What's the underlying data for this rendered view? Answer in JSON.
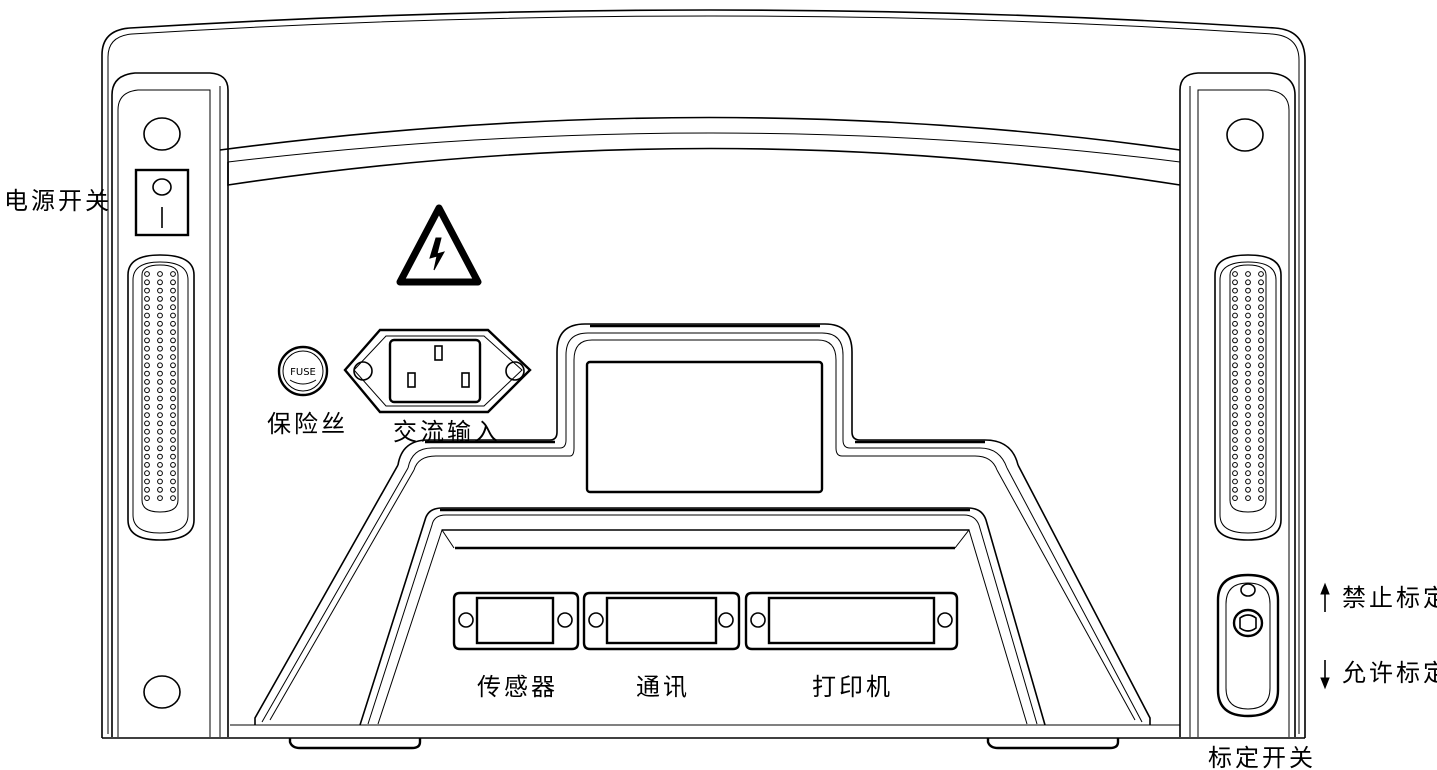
{
  "labels": {
    "power_switch": "电源开关",
    "fuse": "保险丝",
    "fuse_marking": "FUSE",
    "ac_input": "交流输入",
    "sensor": "传感器",
    "communication": "通讯",
    "printer": "打印机",
    "calibration_disabled": "禁止标定",
    "calibration_allowed": "允许标定",
    "calibration_switch": "标定开关"
  },
  "icons": {
    "warning": "high-voltage-warning-icon",
    "arrow_up": "arrow-up-icon",
    "arrow_down": "arrow-down-icon"
  },
  "colors": {
    "line": "#000000",
    "background": "#ffffff"
  }
}
